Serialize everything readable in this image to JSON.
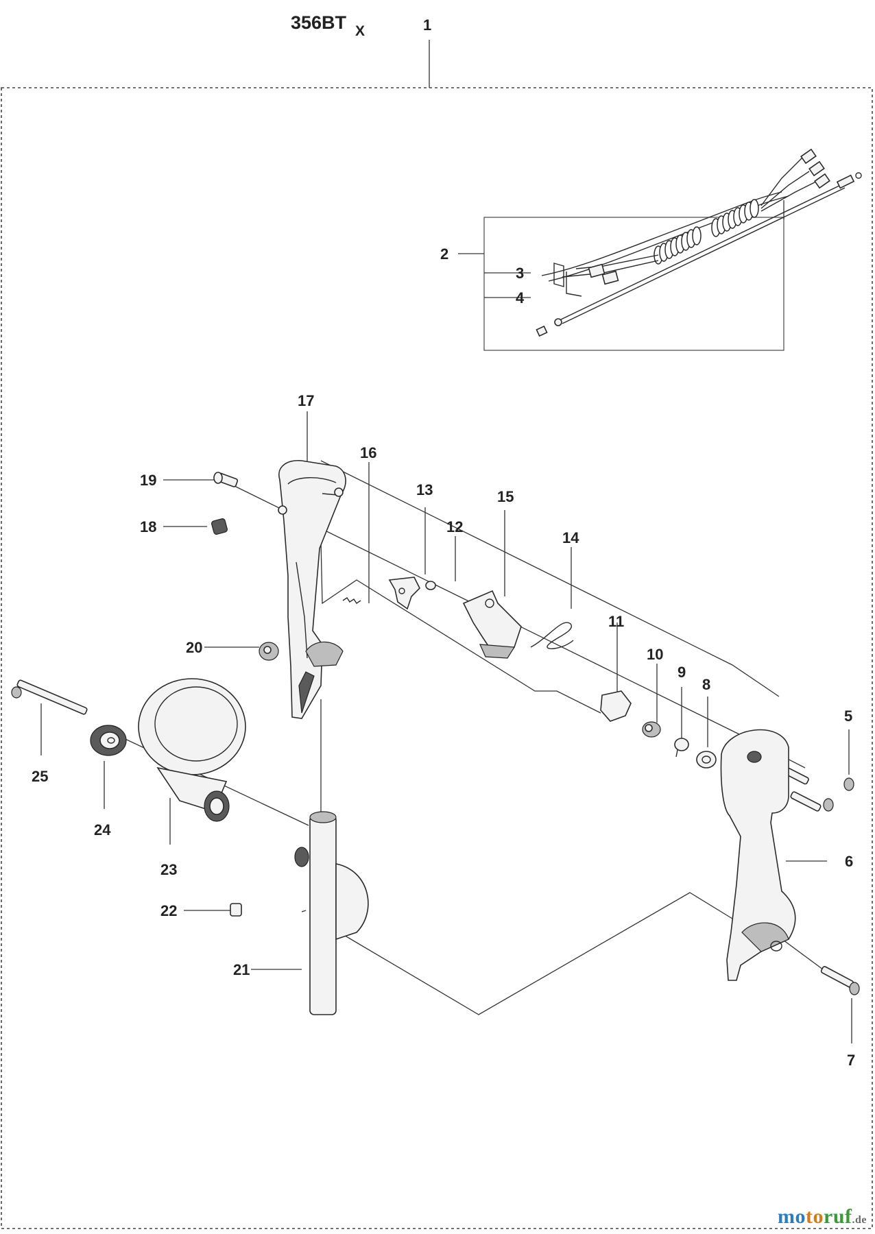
{
  "title": {
    "model": "356BT",
    "suffix": "X"
  },
  "callouts": [
    "1",
    "2",
    "3",
    "4",
    "5",
    "6",
    "7",
    "8",
    "9",
    "10",
    "11",
    "12",
    "13",
    "14",
    "15",
    "16",
    "17",
    "18",
    "19",
    "20",
    "21",
    "22",
    "23",
    "24",
    "25"
  ],
  "watermark": {
    "part1": "mo",
    "part2": "to",
    "part3": "ruf",
    "tld": ".de"
  }
}
